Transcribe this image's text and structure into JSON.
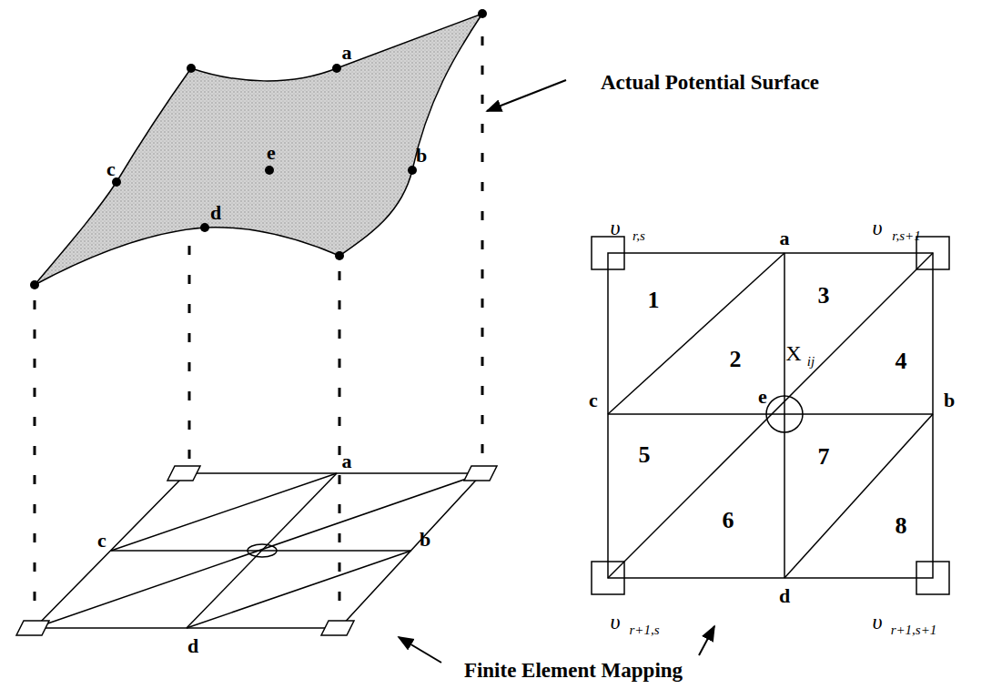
{
  "diagram": {
    "labels": [
      "Actual Potential Surface",
      "Finite Element Mapping",
      "a",
      "b",
      "c",
      "d",
      "e",
      "a",
      "c",
      "b",
      "d",
      "a",
      "b",
      "c",
      "d",
      "e",
      "1",
      "2",
      "3",
      "4",
      "5",
      "6",
      "7",
      "8",
      "X",
      "ij",
      "υ",
      "r,s",
      "υ",
      "r,s+1",
      "υ",
      "r+1,s",
      "υ",
      "r+1,s+1"
    ]
  }
}
